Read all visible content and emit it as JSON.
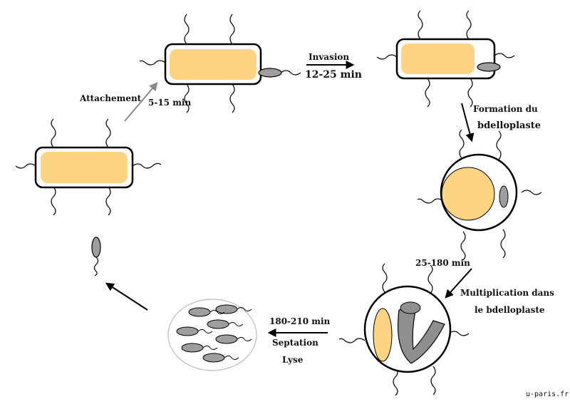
{
  "diagram": {
    "steps": {
      "attachement": {
        "label": "Attachement",
        "time": "5-15 min"
      },
      "invasion": {
        "label": "Invasion",
        "time": "12-25 min"
      },
      "formation": {
        "line1": "Formation du",
        "line2": "bdelloplaste"
      },
      "multiplication": {
        "time": "25-180 min",
        "line1": "Multiplication dans",
        "line2": "le bdelloplaste"
      },
      "septation": {
        "time": "180-210 min",
        "line1": "Septation",
        "line2": "Lyse"
      }
    },
    "watermark": "u-paris.fr"
  },
  "colors": {
    "prey_fill": "#fdd384",
    "predator_fill": "#9e9e9e",
    "outline": "#000000",
    "arrow_gray": "#8a8a8a",
    "arrow_black": "#000000"
  }
}
